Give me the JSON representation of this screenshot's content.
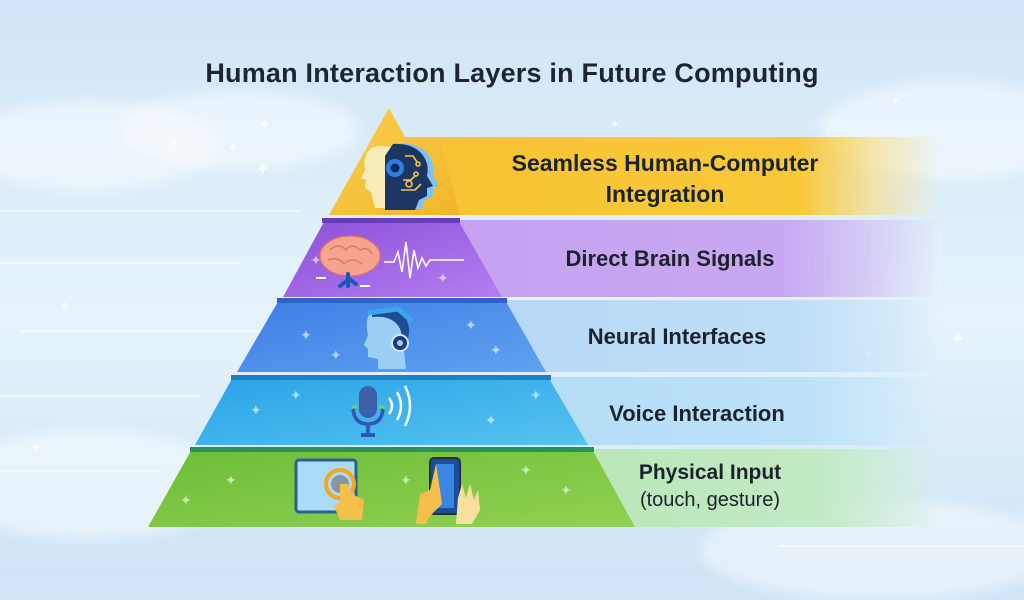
{
  "title": "Human Interaction Layers in Future Computing",
  "colors": {
    "layer1": "#f6c233",
    "layer2": "#9b5fe0",
    "layer3": "#4a8fe8",
    "layer4": "#3fb3ea",
    "layer5": "#7cc441",
    "text": "#1c222b"
  },
  "layers": [
    {
      "level": 5,
      "label_line1": "Seamless Human-Computer",
      "label_line2": "Integration",
      "icon": "human-ai-head-icon"
    },
    {
      "level": 4,
      "label_line1": "Direct Brain Signals",
      "label_line2": "",
      "icon": "brain-wave-icon"
    },
    {
      "level": 3,
      "label_line1": "Neural Interfaces",
      "label_line2": "",
      "icon": "neural-headset-icon"
    },
    {
      "level": 2,
      "label_line1": "Voice Interaction",
      "label_line2": "",
      "icon": "microphone-icon"
    },
    {
      "level": 1,
      "label_line1": "Physical Input",
      "label_line2": "(touch, gesture)",
      "icon": "touch-gesture-icon"
    }
  ]
}
